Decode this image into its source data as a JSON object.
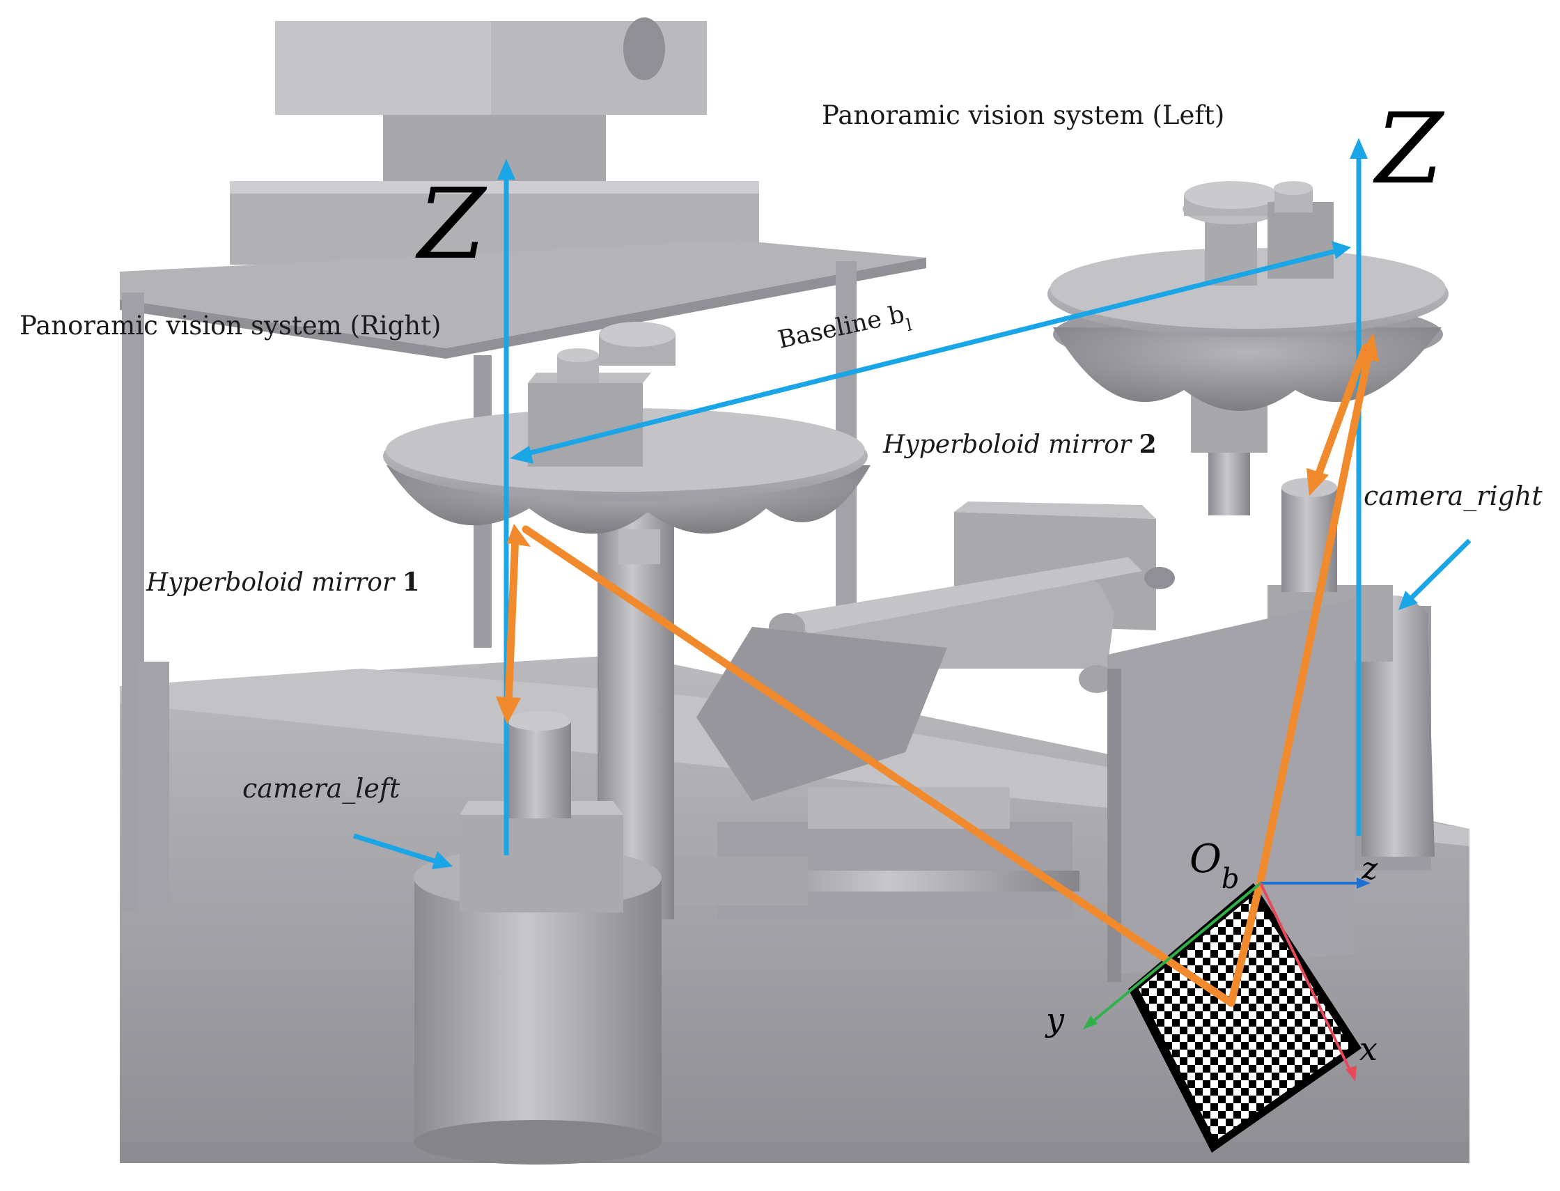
{
  "labels": {
    "panoramic_left": "Panoramic vision system (Left)",
    "panoramic_right": "Panoramic vision system (Right)",
    "baseline": "Baseline b",
    "baseline_subscript": "l",
    "mirror_1": "Hyperboloid mirror ",
    "mirror_1_num": "1",
    "mirror_2": "Hyperboloid mirror ",
    "mirror_2_num": "2",
    "camera_left": "camera_left",
    "camera_right": "camera_right"
  },
  "axes": {
    "z_left": "Z",
    "z_right": "Z",
    "origin": "O",
    "origin_subscript": "b",
    "x": "x",
    "y": "y",
    "z": "z"
  },
  "colors": {
    "blue_arrow": "#1aa6e6",
    "orange_ray": "#f08a2c",
    "x_axis": "#e64a5a",
    "y_axis": "#2fb24a",
    "z_axis": "#1e6fd0",
    "machine": "#a3a3a8",
    "machine_dark": "#7a7a80",
    "machine_light": "#c9c9cd"
  }
}
